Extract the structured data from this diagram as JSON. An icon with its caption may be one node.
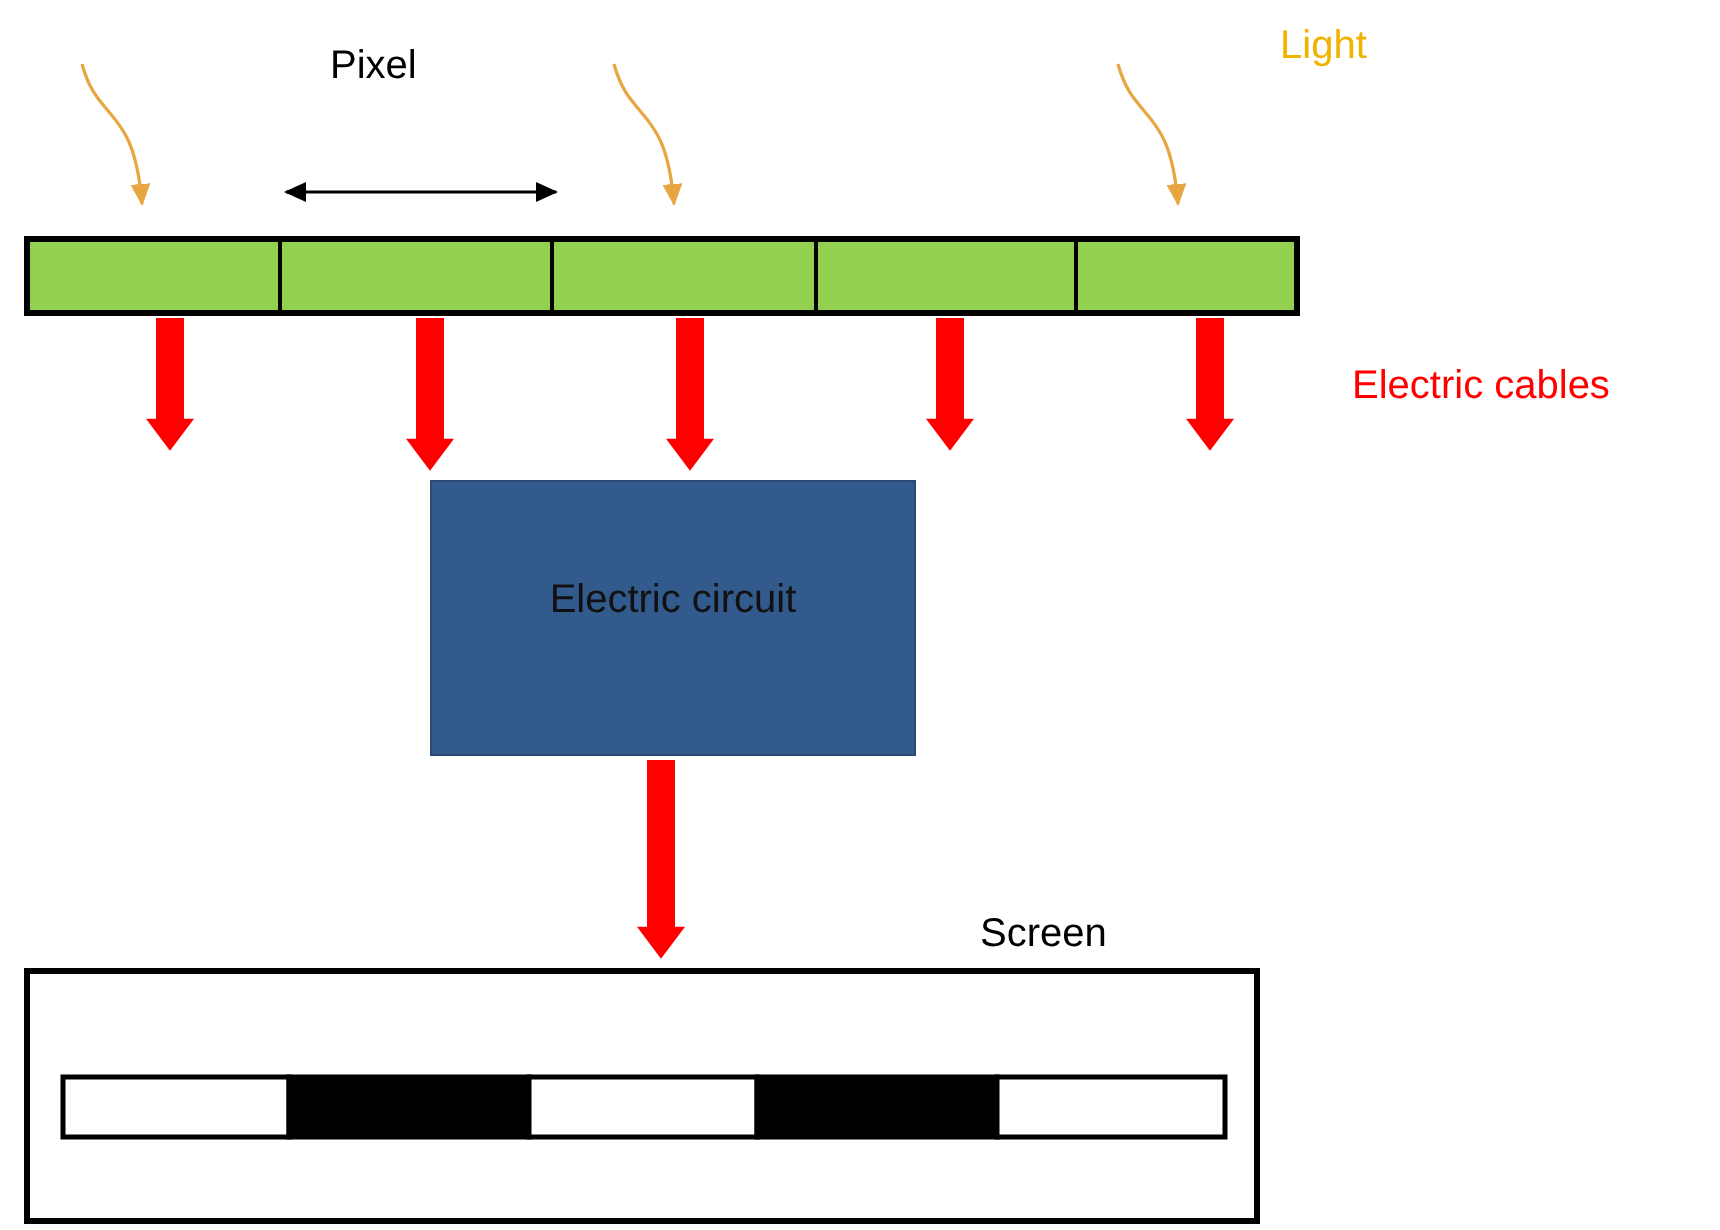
{
  "diagram": {
    "nodes": [
      {
        "text": [],
        "shape": "box"
      },
      {
        "text": [],
        "shape": "box"
      },
      {
        "text": [],
        "shape": "box"
      },
      {
        "text": [],
        "shape": "box"
      },
      {
        "text": [],
        "shape": "box"
      },
      {
        "text": [
          "Electric circuit"
        ]
      },
      {
        "text": [
          "Screen"
        ]
      }
    ],
    "edges": [
      {
        "from": null,
        "to": 0,
        "arrow": "to",
        "color": "#e8a640"
      },
      {
        "from": null,
        "to": 2,
        "arrow": "to",
        "color": "#e8a640"
      },
      {
        "from": null,
        "to": 4,
        "arrow": "to",
        "color": "#e8a640"
      },
      {
        "from": 0,
        "to": null,
        "arrow": "to"
      },
      {
        "from": 1,
        "to": 5,
        "arrow": "to"
      },
      {
        "from": 2,
        "to": 5,
        "arrow": "to"
      },
      {
        "from": 3,
        "to": null,
        "arrow": "to"
      },
      {
        "from": 4,
        "to": null,
        "arrow": "to"
      },
      {
        "from": 5,
        "to": 6,
        "arrow": "to"
      }
    ],
    "labels": [
      "Pixel",
      "Light",
      "Electric cables"
    ]
  }
}
